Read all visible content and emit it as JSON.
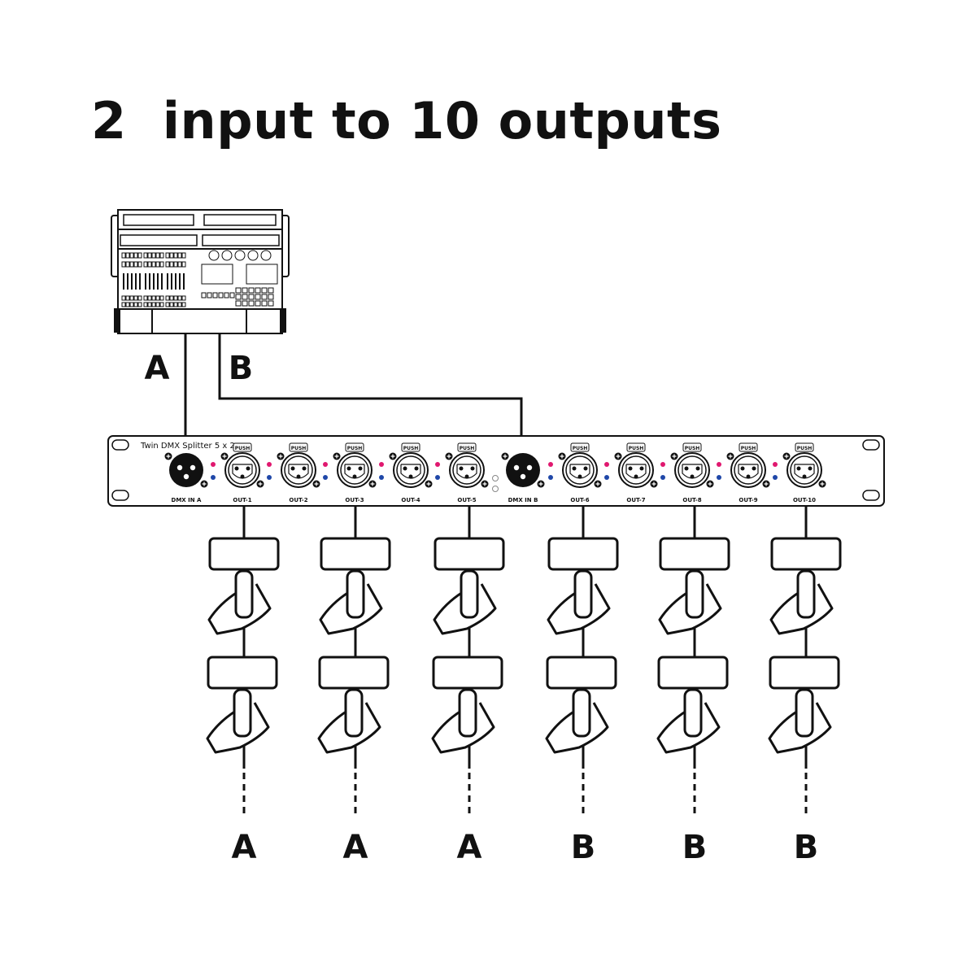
{
  "title": "2  input to 10 outputs",
  "console_lines": [
    "A",
    "B"
  ],
  "splitter": {
    "name": "Twin DMX Splitter 5 x 2",
    "push_label": "PUSH",
    "inputs": [
      {
        "label": "DMX IN  A"
      },
      {
        "label": "DMX IN  B"
      }
    ],
    "outputs": [
      {
        "label": "OUT-1"
      },
      {
        "label": "OUT-2"
      },
      {
        "label": "OUT-3"
      },
      {
        "label": "OUT-4"
      },
      {
        "label": "OUT-5"
      },
      {
        "label": "OUT-6"
      },
      {
        "label": "OUT-7"
      },
      {
        "label": "OUT-8"
      },
      {
        "label": "OUT-9"
      },
      {
        "label": "OUT-10"
      }
    ]
  },
  "fixture_chains": [
    {
      "line": "A"
    },
    {
      "line": "A"
    },
    {
      "line": "A"
    },
    {
      "line": "B"
    },
    {
      "line": "B"
    },
    {
      "line": "B"
    }
  ],
  "colors": {
    "line": "#111111",
    "led_top": "#e0186f",
    "led_bottom": "#1f47a8"
  }
}
